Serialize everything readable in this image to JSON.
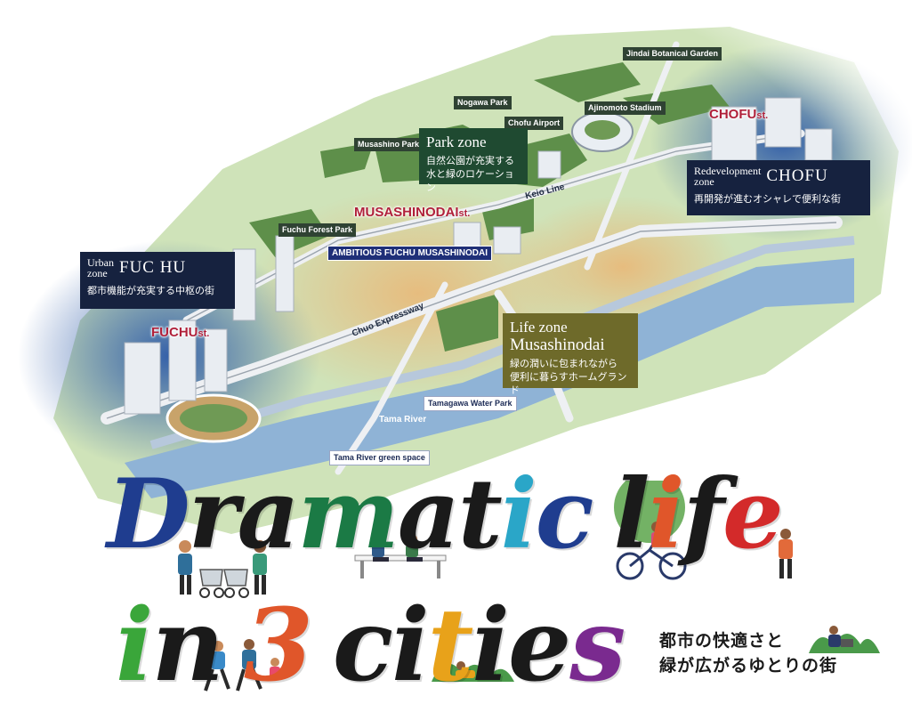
{
  "colors": {
    "park": "#1f4a31",
    "urban": "#16223f",
    "life": "#6e6a2a",
    "station": "#b0203a",
    "river": "#8fb3d6",
    "water_bg": "#3d6fb0"
  },
  "labels": {
    "jindai": "Jindai Botanical Garden",
    "nogawa": "Nogawa Park",
    "ajinomoto": "Ajinomoto Stadium",
    "chofu_airport": "Chofu Airport",
    "musashino_park": "Musashino Park",
    "fuchu_forest": "Fuchu Forest Park",
    "ambitious": "AMBITIOUS FUCHU MUSASHINODAI",
    "tamagawa": "Tamagawa Water Park",
    "tama_green": "Tama River green space"
  },
  "stations": {
    "chofu": "CHOFU",
    "musashinodai": "MUSASHINODAI",
    "fuchu": "FUCHU",
    "st": "st."
  },
  "roads": {
    "keio": "Keio Line",
    "chuo": "Chuo Expressway"
  },
  "river": {
    "name": "Tama River"
  },
  "zones": {
    "park": {
      "title": "Park zone",
      "line1": "自然公園が充実する",
      "line2": "水と緑のロケーション"
    },
    "urban": {
      "small1": "Urban",
      "small2": "zone",
      "big": "FUC HU",
      "desc": "都市機能が充実する中枢の街"
    },
    "redev": {
      "small1": "Redevelopment",
      "small2": "zone",
      "big": "CHOFU",
      "desc": "再開発が進むオシャレで便利な街"
    },
    "life": {
      "title1": "Life zone",
      "title2": "Musashinodai",
      "line1": "緑の潤いに包まれながら",
      "line2": "便利に暮らすホームグランド"
    }
  },
  "headline": {
    "line1": [
      "D",
      "r",
      "a",
      "m",
      "a",
      "t",
      "i",
      "c",
      " ",
      "l",
      "i",
      "f",
      "e"
    ],
    "line2": [
      "i",
      "n",
      " ",
      "3",
      " ",
      "c",
      "i",
      "t",
      "i",
      "e",
      "s"
    ],
    "line1_colors": [
      "#1f3d8f",
      "#1a1a1a",
      "#1a1a1a",
      "#1b7a45",
      "#1a1a1a",
      "#1a1a1a",
      "#2aa6c8",
      "#1f3d8f",
      "#ffffff",
      "#1a1a1a",
      "#e0562a",
      "#1a1a1a",
      "#d32a2a"
    ],
    "line2_colors": [
      "#3aa63a",
      "#1a1a1a",
      "#ffffff",
      "#e0562a",
      "#ffffff",
      "#1a1a1a",
      "#1a1a1a",
      "#e8a21a",
      "#1a1a1a",
      "#1a1a1a",
      "#7a2a8f"
    ],
    "tagline1": "都市の快適さと",
    "tagline2": "緑が広がるゆとりの街"
  }
}
